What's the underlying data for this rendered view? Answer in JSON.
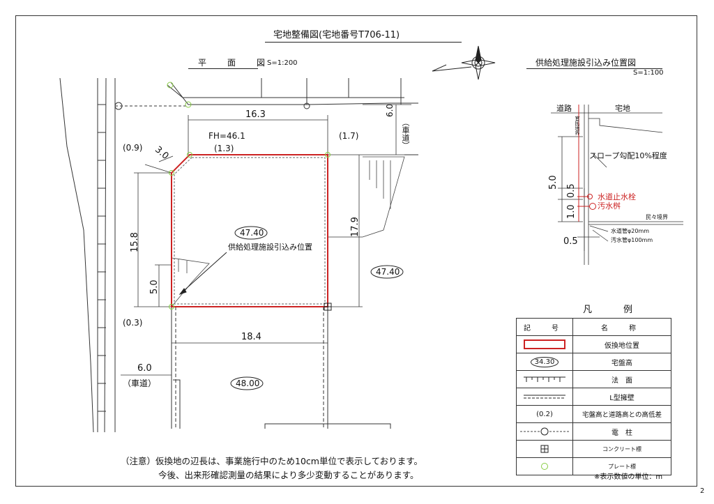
{
  "title": "宅地整備図(宅地番号T706-11)",
  "plan": {
    "heading": "平　面　図",
    "scale": "S=1:200",
    "dims": {
      "top_width": "16.3",
      "road_north_width": "6.0",
      "road_north_label": "（車道）",
      "fh": "FH=46.1",
      "corner_top_right_diff": "(1.7)",
      "corner_top_left_diff": "(0.9)",
      "corner_top_mid_diff": "(1.3)",
      "chamfer": "3.0",
      "left_height": "15.8",
      "right_height": "17.9",
      "inner_offset": "5.0",
      "bottom_width": "18.4",
      "corner_bottom_left_diff": "(0.3)",
      "road_west_width": "6.0",
      "road_west_label": "（車道）"
    },
    "elevations": {
      "lot": "47.40",
      "east": "47.40",
      "south": "48.00"
    },
    "supply_label": "供給処理施設引込み位置"
  },
  "detail": {
    "heading": "供給処理施設引込み位置図",
    "scale": "S=1:100",
    "road_label": "道路",
    "lot_label": "宅地",
    "boundary_label": "官民境界",
    "private_boundary_label": "民々境界",
    "slope_label": "スロープ勾配10%程度",
    "water_valve": "水道止水栓",
    "sewer_box": "汚水桝",
    "water_pipe": "水道管φ20mm",
    "sewer_pipe": "汚水管φ100mm",
    "dim_50": "5.0",
    "dim_05_v": "0.5",
    "dim_10": "1.0",
    "dim_05_h": "0.5"
  },
  "legend": {
    "title": "凡　例",
    "header_symbol": "記　号",
    "header_name": "名　称",
    "rows": [
      {
        "symbol": "",
        "name": "仮換地位置"
      },
      {
        "symbol": "34.30",
        "name": "宅盤高"
      },
      {
        "symbol": "",
        "name": "法　面"
      },
      {
        "symbol": "",
        "name": "L型擁壁"
      },
      {
        "symbol": "(0.2)",
        "name": "宅盤高と道路高との高低差"
      },
      {
        "symbol": "",
        "name": "電　柱"
      },
      {
        "symbol": "",
        "name": "コンクリート標"
      },
      {
        "symbol": "",
        "name": "プレート標"
      }
    ]
  },
  "unit_note": "※表示数値の単位：m",
  "notes": [
    "（注意）仮換地の辺長は、事業施行中のため10cm単位で表示しております。",
    "今後、出来形確認測量の結果により多少変動することがあります。"
  ],
  "page_number": "2",
  "colors": {
    "lot_outline": "#cc2222",
    "plate_marker": "#88cc44",
    "ink": "#222222"
  }
}
